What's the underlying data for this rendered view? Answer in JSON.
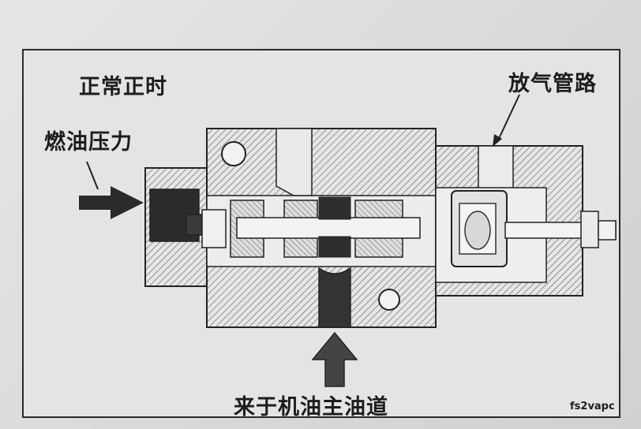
{
  "labels": {
    "normal_timing": "正常正时",
    "fuel_pressure": "燃油压力",
    "vent_pipe": "放气管路",
    "from_main_gallery": "来于机油主油道",
    "figure_code": "fs2vapc"
  }
}
